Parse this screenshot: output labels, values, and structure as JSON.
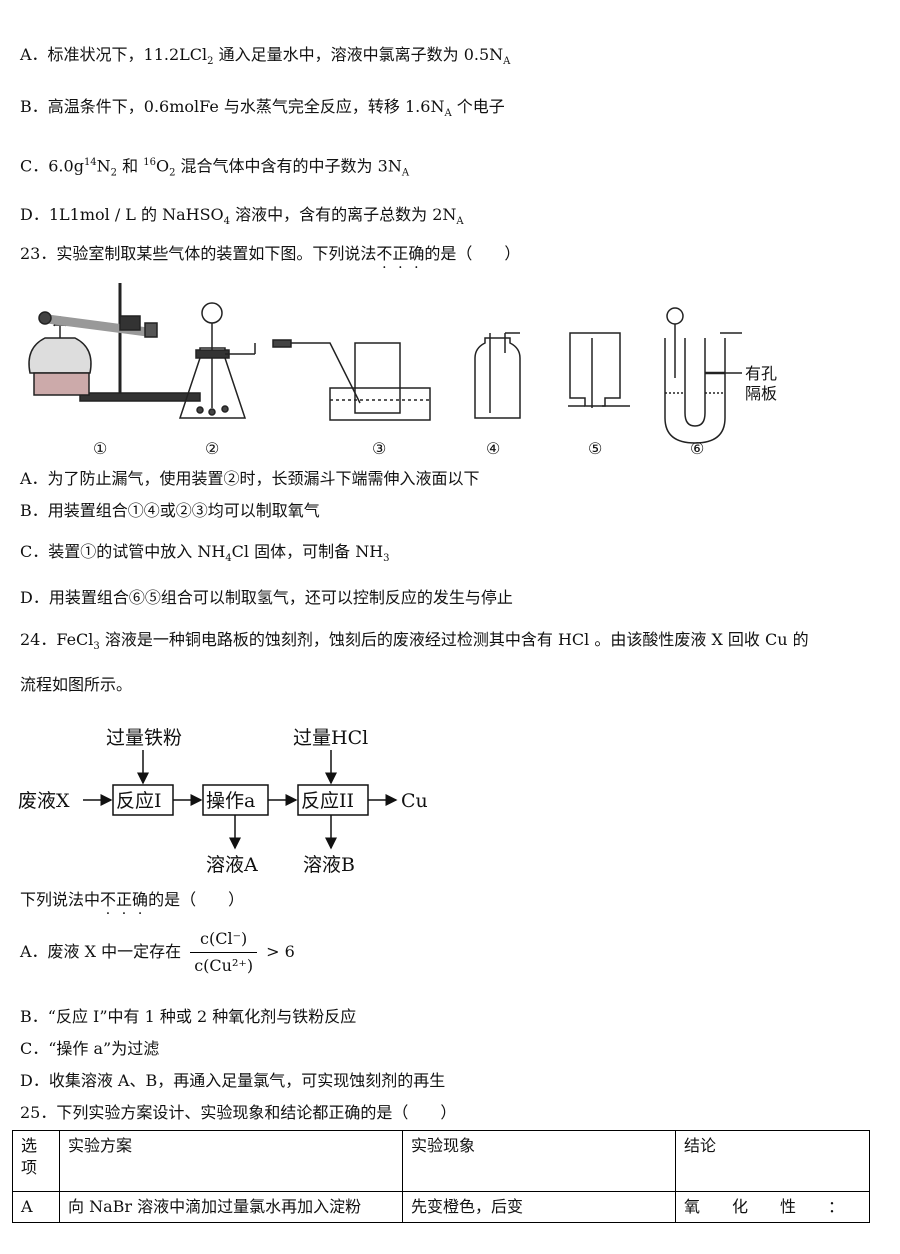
{
  "q22": {
    "a": {
      "pre": "A．标准状况下，11.2LCl",
      "sub1": "2",
      "post": " 通入足量水中，溶液中氯离子数为 0.5N",
      "sub2": "A"
    },
    "b": {
      "pre": "B．高温条件下，0.6molFe 与水蒸气完全反应，转移 1.6N",
      "sub": "A",
      "post": " 个电子"
    },
    "c": {
      "pre": "C．6.0g",
      "sup1": "14",
      "n2": "N",
      "sub1": "2",
      "mid": " 和 ",
      "sup2": "16",
      "o2": "O",
      "sub2": "2",
      "post": " 混合气体中含有的中子数为 3N",
      "sub3": "A"
    },
    "d": {
      "pre": "D．1L1mol / L 的 NaHSO",
      "sub1": "4",
      "post": " 溶液中，含有的离子总数为 2N",
      "sub2": "A"
    }
  },
  "q23": {
    "stem_pre": "23．实验室制取某些气体的装置如下图。下列说法",
    "stem_emph": [
      "不",
      "正",
      "确"
    ],
    "stem_post": "的是（　　）",
    "apparatus_labels": [
      "①",
      "②",
      "③",
      "④",
      "⑤",
      "⑥"
    ],
    "partition_label": [
      "有孔",
      "隔板"
    ],
    "a": "A．为了防止漏气，使用装置②时，长颈漏斗下端需伸入液面以下",
    "b": "B．用装置组合①④或②③均可以制取氧气",
    "c": {
      "pre": "C．装置①的试管中放入 NH",
      "sub1": "4",
      "mid": "Cl 固体，可制备 NH",
      "sub2": "3"
    },
    "d": "D．用装置组合⑥⑤组合可以制取氢气，还可以控制反应的发生与停止"
  },
  "q24": {
    "stem1_pre": "24．FeCl",
    "stem1_sub": "3",
    "stem1_post": " 溶液是一种铜电路板的蚀刻剂，蚀刻后的废液经过检测其中含有 HCl 。由该酸性废液 X 回收 Cu 的",
    "stem2": "流程如图所示。",
    "flow": {
      "input": "废液X",
      "box1": "反应I",
      "box2": "操作a",
      "box3": "反应II",
      "output": "Cu",
      "reagent1": "过量铁粉",
      "reagent2": "过量HCl",
      "out1": "溶液A",
      "out2": "溶液B"
    },
    "q_pre": "下列说法中",
    "q_emph": [
      "不",
      "正",
      "确"
    ],
    "q_post": "的是（　　）",
    "a_pre": "A．废液 X 中一定存在",
    "a_num": "c(Cl⁻)",
    "a_den": "c(Cu²⁺)",
    "a_post": "> 6",
    "b": "B．“反应 I”中有 1 种或 2 种氧化剂与铁粉反应",
    "c": "C．“操作 a”为过滤",
    "d": "D．收集溶液 A、B，再通入足量氯气，可实现蚀刻剂的再生"
  },
  "q25": {
    "stem": "25．下列实验方案设计、实验现象和结论都正确的是（　　）",
    "headers": [
      "选项",
      "实验方案",
      "实验现象",
      "结论"
    ],
    "row_a": [
      "A",
      "向 NaBr 溶液中滴加过量氯水再加入淀粉",
      "先变橙色，后变",
      "氧　　化　　性　　："
    ]
  }
}
